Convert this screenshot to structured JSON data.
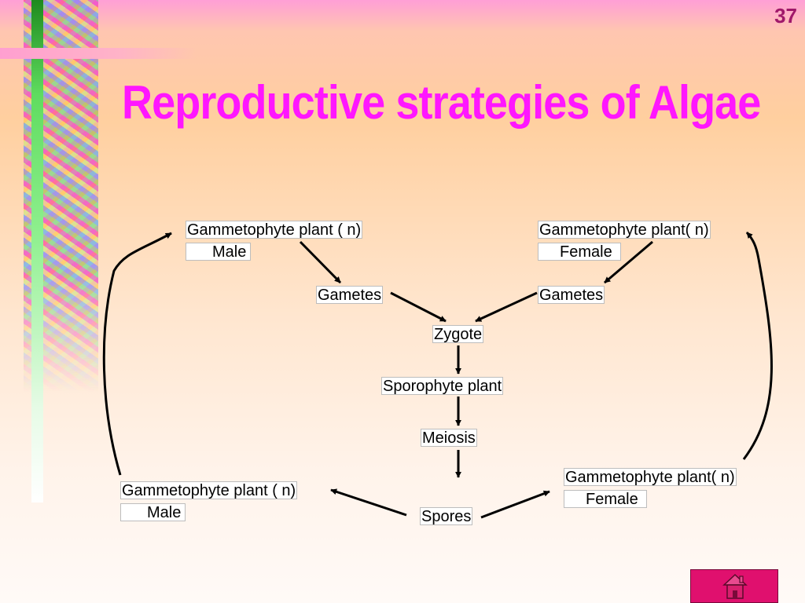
{
  "slide": {
    "number": "37",
    "title": "Reproductive strategies of Algae"
  },
  "diagram": {
    "top_left": {
      "plant": "Gammetophyte plant ( n)",
      "sex": "Male"
    },
    "top_right": {
      "plant": "Gammetophyte  plant( n)",
      "sex": "Female"
    },
    "gametes_left": "Gametes",
    "gametes_right": "Gametes",
    "zygote": "Zygote",
    "sporophyte": "Sporophyte plant",
    "meiosis": "Meiosis",
    "spores": "Spores",
    "bottom_left": {
      "plant": "Gammetophyte plant ( n)",
      "sex": "Male"
    },
    "bottom_right": {
      "plant": "Gammetophyte  plant( n)",
      "sex": "Female"
    }
  },
  "colors": {
    "title": "#ff16ff",
    "slide_number": "#a0186a",
    "home_button": "#e0106e"
  },
  "icons": {
    "home_button": "house-icon"
  }
}
